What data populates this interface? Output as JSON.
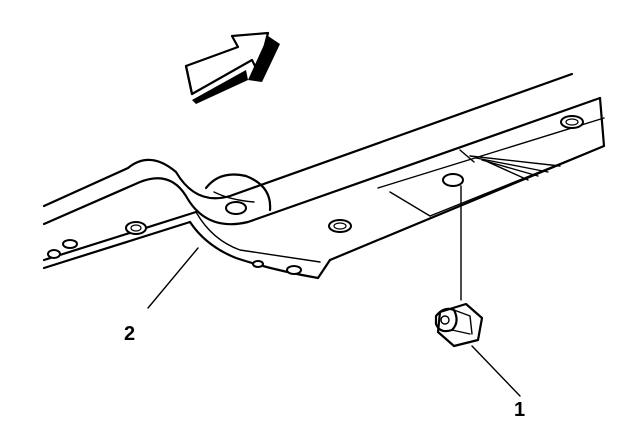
{
  "diagram": {
    "callouts": [
      {
        "id": "1",
        "label": "1"
      },
      {
        "id": "2",
        "label": "2"
      }
    ],
    "direction_arrow": {
      "icon": "forward-arrow-icon"
    },
    "colors": {
      "line": "#000000",
      "background": "#ffffff",
      "shade": "#000000"
    }
  }
}
